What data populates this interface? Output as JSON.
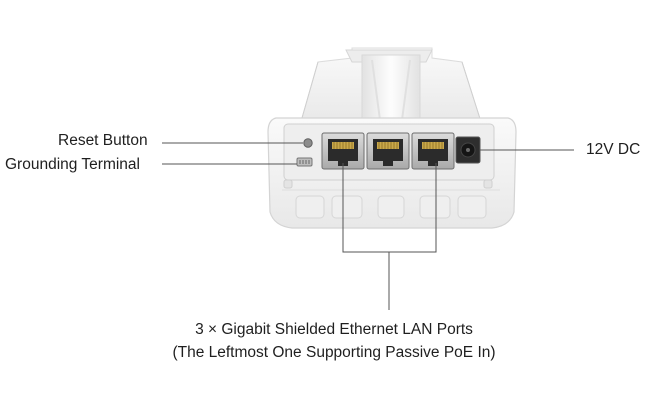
{
  "labels": {
    "reset_button": "Reset Button",
    "grounding_terminal": "Grounding Terminal",
    "dc_power": "12V DC"
  },
  "caption": {
    "line1": "3 × Gigabit Shielded Ethernet LAN Ports",
    "line2": "(The Leftmost One Supporting Passive PoE In)"
  },
  "colors": {
    "device_body": "#f4f4f4",
    "device_shadow": "#d9d9d9",
    "panel": "#e9e9e9",
    "port_metal": "#c8c8c8",
    "port_gold": "#c9a84a",
    "leader_line": "#555555",
    "text": "#1f1f1f"
  }
}
